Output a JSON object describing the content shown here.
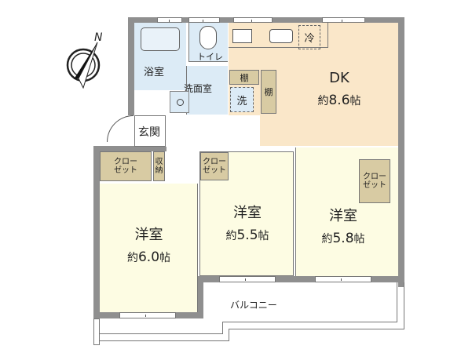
{
  "compass": {
    "label": "N"
  },
  "rooms": {
    "bathroom": {
      "label": "浴室"
    },
    "toilet": {
      "label": "トイレ"
    },
    "washroom": {
      "label": "洗面室"
    },
    "entrance": {
      "label": "玄関"
    },
    "dk": {
      "label": "DK",
      "size_prefix": "約",
      "size_value": "8.6",
      "size_unit": "帖"
    },
    "western_1": {
      "label": "洋室",
      "size_prefix": "約",
      "size_value": "6.0",
      "size_unit": "帖"
    },
    "western_2": {
      "label": "洋室",
      "size_prefix": "約",
      "size_value": "5.5",
      "size_unit": "帖"
    },
    "western_3": {
      "label": "洋室",
      "size_prefix": "約",
      "size_value": "5.8",
      "size_unit": "帖"
    },
    "balcony": {
      "label": "バルコニー"
    }
  },
  "fixtures": {
    "refrigerator": "冷",
    "shelf_1": "棚",
    "shelf_2": "棚",
    "washer": "洗",
    "storage": "収納",
    "closet_1": "クロー ゼット",
    "closet_2": "クロー ゼット",
    "closet_3": "クロー ゼット"
  },
  "colors": {
    "wall": "#8f8f8f",
    "bath_area": "#dcebf6",
    "dk_floor": "#fae7c9",
    "western_floor": "#fdfce3",
    "closet": "#d8cba3"
  }
}
